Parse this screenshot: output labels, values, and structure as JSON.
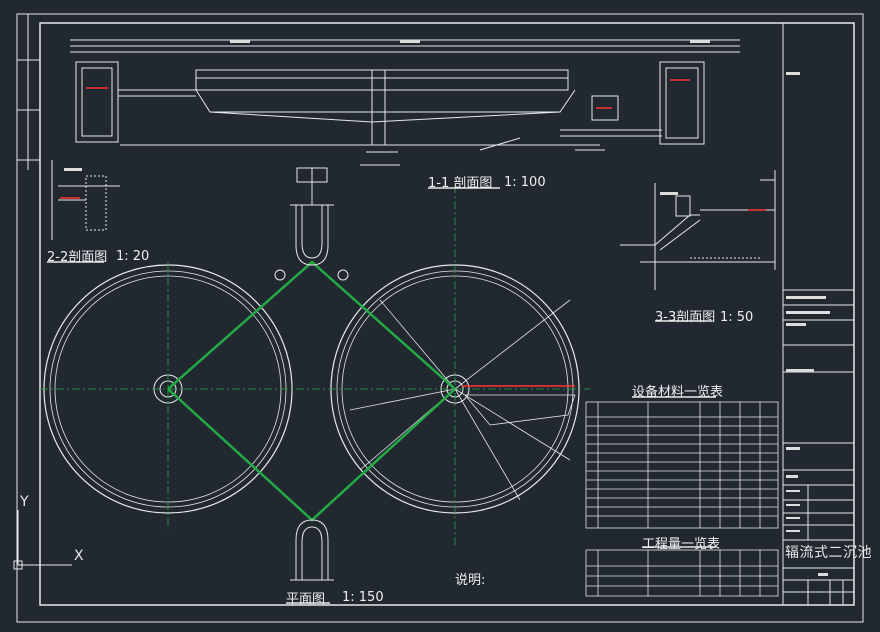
{
  "drawing": {
    "plan_view": {
      "title": "平面图",
      "scale": "1: 150"
    },
    "section_1_1": {
      "title": "1-1 剖面图",
      "scale": "1: 100"
    },
    "section_2_2": {
      "title": "2-2剖面图",
      "scale": "1: 20"
    },
    "section_3_3": {
      "title": "3-3剖面图",
      "scale": "1: 50"
    },
    "equipment_table": {
      "title": "设备材料一览表",
      "rows": 13,
      "cols": 7
    },
    "quantity_table": {
      "title": "工程量一览表",
      "rows": 4,
      "cols": 7
    },
    "notes_label": "说明:",
    "title_block": {
      "drawing_name": "辐流式二沉池"
    }
  },
  "ucs": {
    "x_axis": "X",
    "y_axis": "Y"
  },
  "colors": {
    "background": "#212830",
    "linework": "#ffffff",
    "centerline": "#22aa44",
    "highlight": "#ff3333"
  }
}
